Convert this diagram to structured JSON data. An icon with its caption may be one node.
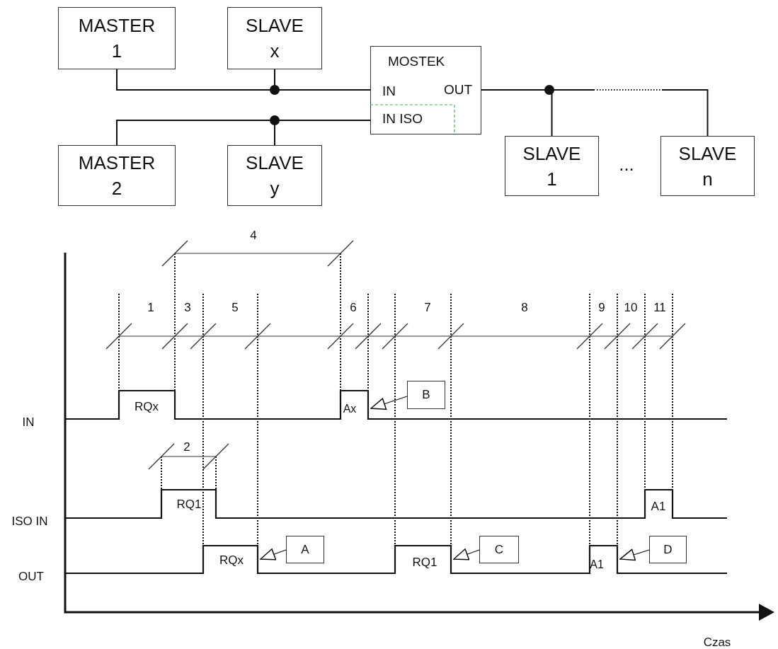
{
  "diagram": {
    "nodes": [
      {
        "text": [
          "MASTER 1"
        ]
      },
      {
        "text": [
          "SLAVE x"
        ]
      },
      {
        "text": [
          "MOSTEK",
          "IN",
          "OUT",
          "IN ISO"
        ]
      },
      {
        "text": [
          "MASTER 2"
        ]
      },
      {
        "text": [
          "SLAVE y"
        ]
      },
      {
        "text": [
          "SLAVE 1"
        ]
      },
      {
        "text": [
          "SLAVE n"
        ]
      },
      {
        "text": [
          "B"
        ]
      },
      {
        "text": [
          "A"
        ]
      },
      {
        "text": [
          "C"
        ]
      },
      {
        "text": [
          "D"
        ]
      }
    ],
    "edges": [
      {
        "from": 0,
        "to": 2,
        "arrow": "none"
      },
      {
        "from": 1,
        "to": 2,
        "arrow": "none"
      },
      {
        "from": 3,
        "to": 2,
        "arrow": "none"
      },
      {
        "from": 4,
        "to": 2,
        "arrow": "none"
      },
      {
        "from": 2,
        "to": 5,
        "arrow": "none"
      },
      {
        "from": 2,
        "to": 6,
        "arrow": "none",
        "style": "dashed"
      },
      {
        "from": 7,
        "to": null,
        "arrow": "to"
      },
      {
        "from": 8,
        "to": null,
        "arrow": "to"
      },
      {
        "from": 9,
        "to": null,
        "arrow": "to"
      },
      {
        "from": 10,
        "to": null,
        "arrow": "to"
      }
    ],
    "labels": [
      "...",
      "4",
      "1",
      "3",
      "5",
      "6",
      "7",
      "8",
      "9",
      "10",
      "11",
      "RQx",
      "Ax",
      "IN",
      "2",
      "RQ1",
      "A1",
      "ISO IN",
      "RQx",
      "RQ1",
      "A1",
      "OUT",
      "Czas"
    ]
  }
}
